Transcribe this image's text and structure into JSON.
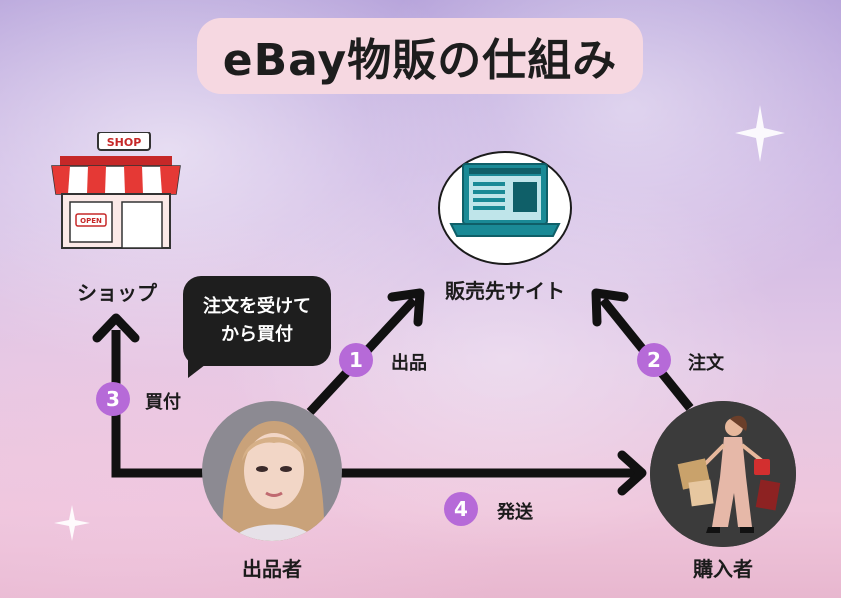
{
  "title": "eBay物販の仕組み",
  "nodes": {
    "shop": {
      "label": "ショップ",
      "sign": "SHOP",
      "door_sign": "OPEN"
    },
    "site": {
      "label": "販売先サイト"
    },
    "seller": {
      "label": "出品者"
    },
    "buyer": {
      "label": "購入者"
    }
  },
  "steps": [
    {
      "number": "1",
      "label": "出品"
    },
    {
      "number": "2",
      "label": "注文"
    },
    {
      "number": "3",
      "label": "買付"
    },
    {
      "number": "4",
      "label": "発送"
    }
  ],
  "bubble": {
    "line1": "注文を受けて",
    "line2": "から買付"
  },
  "colors": {
    "title_pill": "#f6d8e1",
    "step_badge": "#b66ad8",
    "arrow": "#111111",
    "site_teal": "#1a8a96",
    "shop_red": "#e03a3a"
  }
}
